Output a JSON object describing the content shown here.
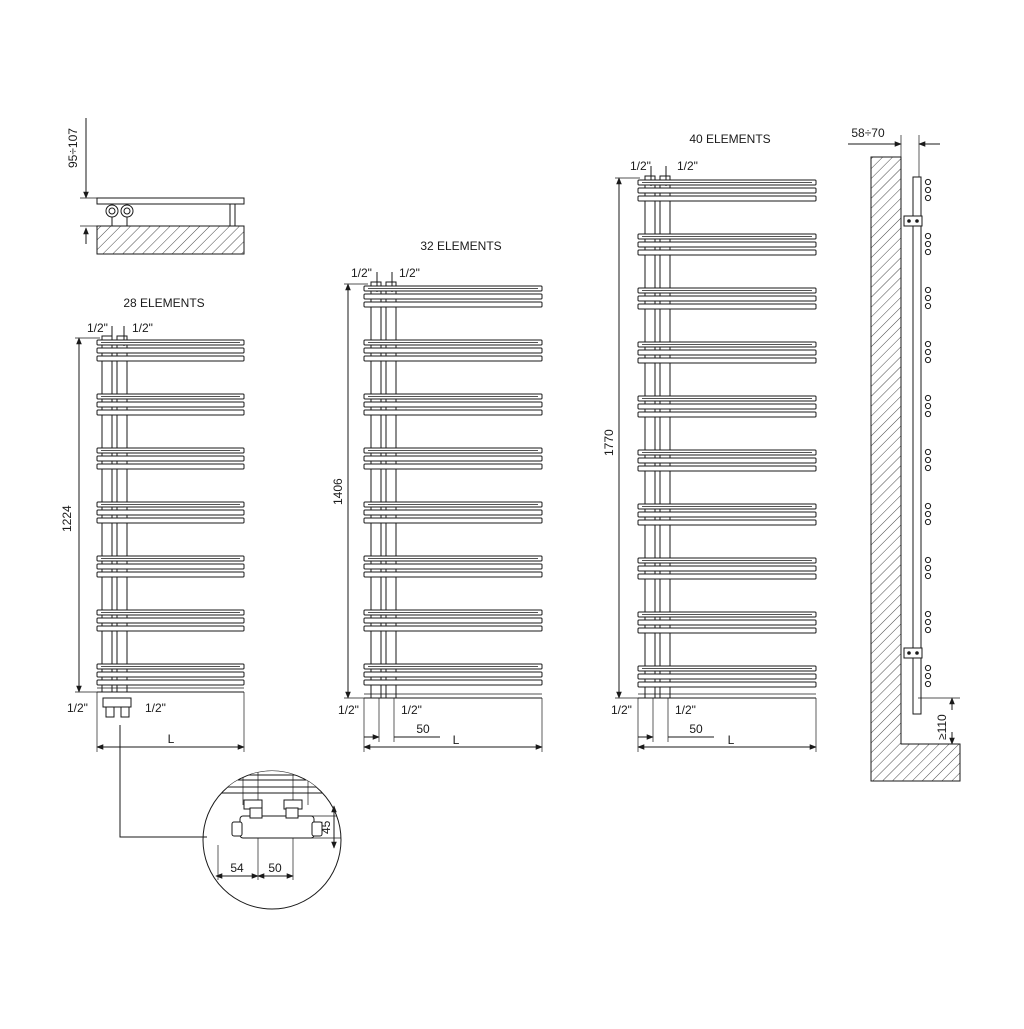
{
  "top_profile": {
    "height_label": "95÷107"
  },
  "units": [
    {
      "id": "28",
      "title": "28 ELEMENTS",
      "height": "1224",
      "inlet_left": "1/2\"",
      "inlet_right": "1/2\"",
      "bottom_left": "1/2\"",
      "bottom_right": "1/2\"",
      "width_label": "L",
      "groups": 7
    },
    {
      "id": "32",
      "title": "32 ELEMENTS",
      "height": "1406",
      "inlet_left": "1/2\"",
      "inlet_right": "1/2\"",
      "bottom_left": "1/2\"",
      "bottom_right": "1/2\"",
      "spacing": "50",
      "width_label": "L",
      "groups": 8
    },
    {
      "id": "40",
      "title": "40 ELEMENTS",
      "height": "1770",
      "inlet_left": "1/2\"",
      "inlet_right": "1/2\"",
      "bottom_left": "1/2\"",
      "bottom_right": "1/2\"",
      "spacing": "50",
      "width_label": "L",
      "groups": 10
    }
  ],
  "detail": {
    "offset": "54",
    "spacing": "50",
    "height": "45"
  },
  "side_view": {
    "depth": "58÷70",
    "floor_clearance": "≥110"
  }
}
